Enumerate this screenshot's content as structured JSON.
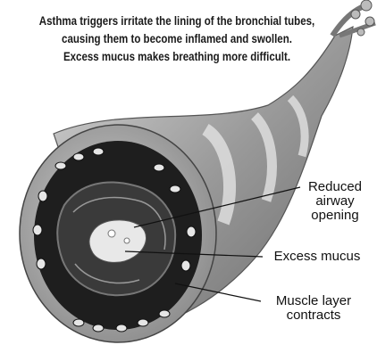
{
  "caption": {
    "line1": "Asthma triggers irritate the lining of the bronchial tubes,",
    "line2": "causing them to become inflamed and swollen.",
    "line3": "Excess mucus makes breathing more difficult."
  },
  "labels": {
    "reduced_opening": [
      "Reduced",
      "airway",
      "opening"
    ],
    "excess_mucus": "Excess mucus",
    "muscle_layer": [
      "Muscle layer",
      "contracts"
    ]
  }
}
